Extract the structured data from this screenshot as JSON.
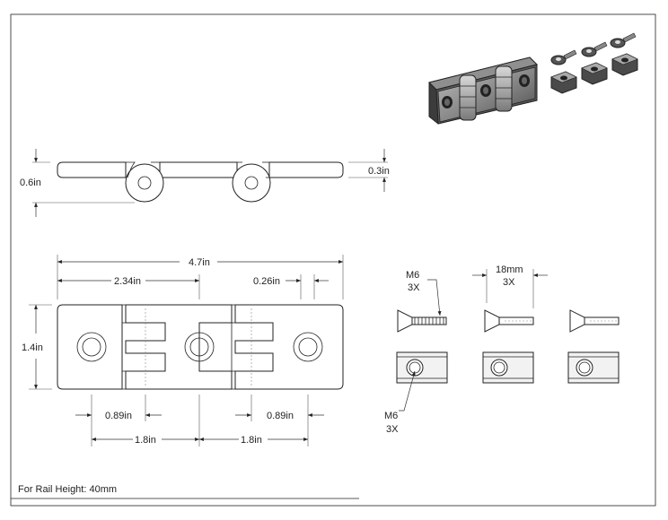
{
  "note": "For Rail Height: 40mm",
  "dimensions": {
    "height_side": "0.6in",
    "thickness": "0.3in",
    "overall_width": "4.7in",
    "to_center": "2.34in",
    "hole_edge": "0.26in",
    "height_top": "1.4in",
    "knuckle_left": "0.89in",
    "knuckle_right": "0.89in",
    "pitch_left": "1.8in",
    "pitch_right": "1.8in"
  },
  "hardware": {
    "screw_thread": "M6",
    "screw_qty": "3X",
    "screw_length": "18mm",
    "length_qty": "3X",
    "nut_thread": "M6",
    "nut_qty": "3X"
  },
  "colors": {
    "line": "#222222",
    "part_dark": "#3c3c3c",
    "part_light": "#9a9a9a"
  }
}
